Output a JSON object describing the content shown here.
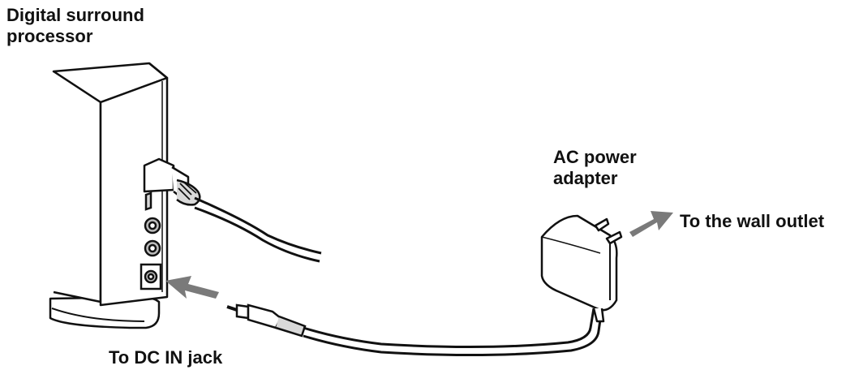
{
  "labels": {
    "processor": {
      "line1": "Digital surround",
      "line2": "processor"
    },
    "adapter": {
      "line1": "AC power",
      "line2": "adapter"
    },
    "wall_outlet": "To the wall outlet",
    "dc_in": "To DC IN jack"
  },
  "colors": {
    "ink": "#111111",
    "arrow": "#7a7a7a",
    "device_fill": "#ffffff",
    "shade": "#d9d9d9"
  },
  "icons": {
    "processor": "processor-unit-icon",
    "adapter": "ac-adapter-icon",
    "arrow_wall": "arrow-right-icon",
    "arrow_dcin": "arrow-left-icon"
  }
}
